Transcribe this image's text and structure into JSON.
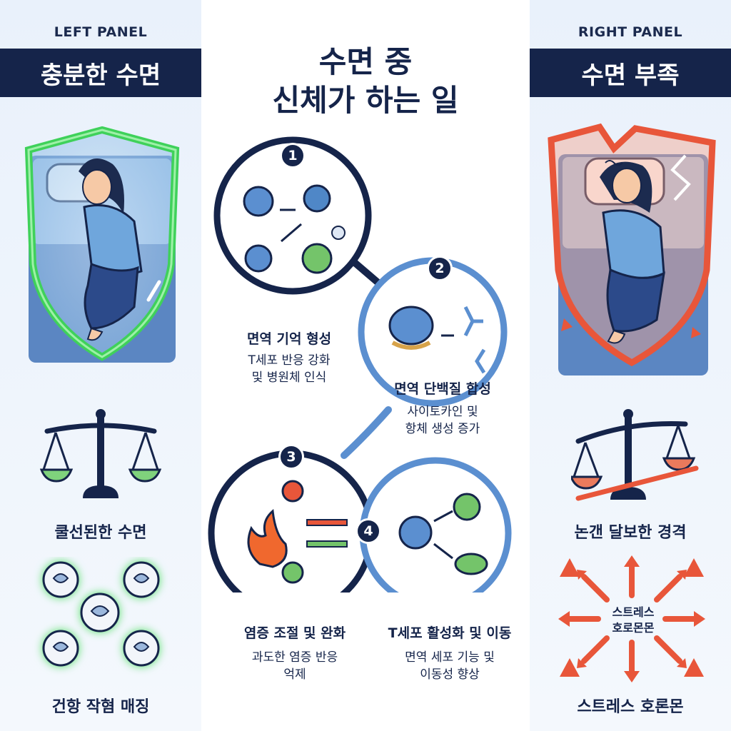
{
  "title_line1": "수면 중",
  "title_line2": "신체가 하는 일",
  "left_panel": {
    "tag": "LEFT PANEL",
    "banner": "충분한 수면",
    "balance_label": "쿨선된한 수면",
    "cells_label": "건항 작혐 매징"
  },
  "right_panel": {
    "tag": "RIGHT PANEL",
    "banner": "수면 부족",
    "balance_label": "논갠 달보한 경격",
    "stress_center_line1": "스트레스",
    "stress_center_line2": "호로몬몬",
    "stress_label": "스트레스 호론몬"
  },
  "steps": [
    {
      "number": "1",
      "title": "면역 기억 형성",
      "desc_line1": "T세포 반응 강화",
      "desc_line2": "및 병원체 인식"
    },
    {
      "number": "2",
      "title": "면역 단백질 합성",
      "desc_line1": "사이토카인 및",
      "desc_line2": "항체 생성 증가"
    },
    {
      "number": "3",
      "title": "염증 조절 및 완화",
      "desc_line1": "과도한 염증 반응",
      "desc_line2": "억제"
    },
    {
      "number": "4",
      "title": "T세포 활성화 및 이동",
      "desc_line1": "면역 세포 기능 및",
      "desc_line2": "이동성 향상"
    }
  ],
  "colors": {
    "navy": "#15244a",
    "healthy_green": "#3fd15a",
    "danger_red": "#e8563a",
    "cell_blue": "#5b8fd0",
    "panel_bg": "#eaf1fb"
  },
  "icons": [
    "shield-icon",
    "sleeping-woman-icon",
    "balance-scale-icon",
    "white-blood-cell-icon",
    "cracked-shield-icon",
    "restless-woman-icon",
    "tilted-scale-icon",
    "warning-icon",
    "fire-icon",
    "antibody-icon",
    "virus-icon",
    "t-cell-icon"
  ]
}
